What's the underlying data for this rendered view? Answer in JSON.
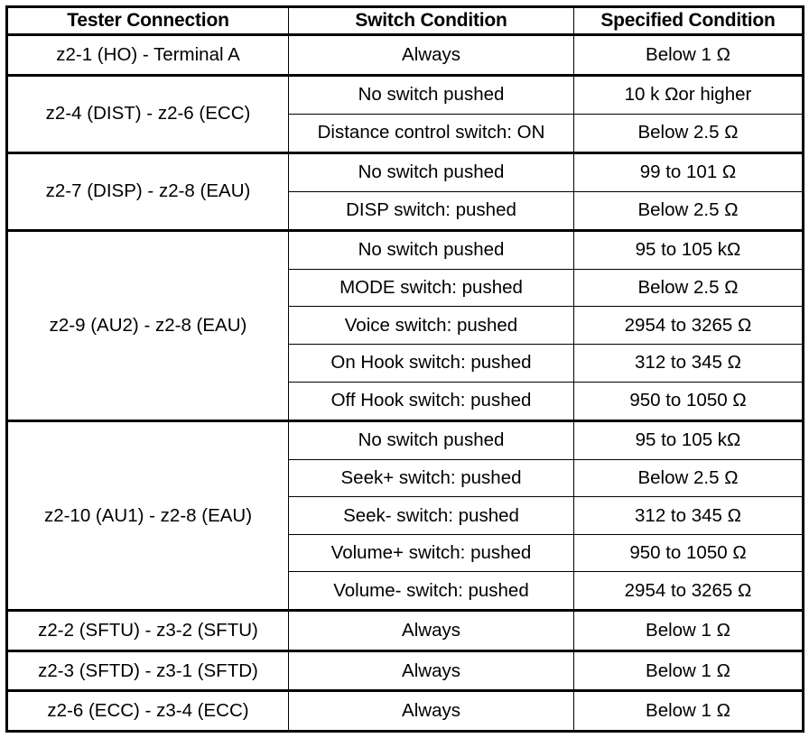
{
  "table": {
    "title": "Tester Connection / Switch Condition / Specified Condition",
    "columns": [
      {
        "key": "tester",
        "label": "Tester Connection"
      },
      {
        "key": "switch",
        "label": "Switch Condition"
      },
      {
        "key": "spec",
        "label": "Specified Condition"
      }
    ],
    "groups": [
      {
        "tester": "z2-1 (HO) - Terminal A",
        "rows": [
          {
            "switch": "Always",
            "spec": "Below 1 Ω"
          }
        ]
      },
      {
        "tester": "z2-4 (DIST) - z2-6 (ECC)",
        "rows": [
          {
            "switch": "No switch pushed",
            "spec": "10 k Ωor higher"
          },
          {
            "switch": "Distance control switch: ON",
            "spec": "Below 2.5 Ω"
          }
        ]
      },
      {
        "tester": "z2-7 (DISP) - z2-8 (EAU)",
        "rows": [
          {
            "switch": "No switch pushed",
            "spec": "99 to 101 Ω"
          },
          {
            "switch": "DISP switch: pushed",
            "spec": "Below 2.5 Ω"
          }
        ]
      },
      {
        "tester": "z2-9 (AU2) - z2-8 (EAU)",
        "rows": [
          {
            "switch": "No switch pushed",
            "spec": "95 to 105 kΩ"
          },
          {
            "switch": "MODE switch: pushed",
            "spec": "Below 2.5 Ω"
          },
          {
            "switch": "Voice switch: pushed",
            "spec": "2954 to 3265 Ω"
          },
          {
            "switch": "On Hook switch: pushed",
            "spec": "312 to 345 Ω"
          },
          {
            "switch": "Off Hook switch: pushed",
            "spec": "950 to 1050 Ω"
          }
        ]
      },
      {
        "tester": "z2-10 (AU1) - z2-8 (EAU)",
        "rows": [
          {
            "switch": "No switch pushed",
            "spec": "95 to 105 kΩ"
          },
          {
            "switch": "Seek+ switch: pushed",
            "spec": "Below 2.5 Ω"
          },
          {
            "switch": "Seek- switch: pushed",
            "spec": "312 to 345 Ω"
          },
          {
            "switch": "Volume+ switch: pushed",
            "spec": "950 to 1050 Ω"
          },
          {
            "switch": "Volume- switch: pushed",
            "spec": "2954 to 3265 Ω"
          }
        ]
      },
      {
        "tester": "z2-2 (SFTU) - z3-2 (SFTU)",
        "rows": [
          {
            "switch": "Always",
            "spec": "Below 1 Ω"
          }
        ]
      },
      {
        "tester": "z2-3 (SFTD) - z3-1 (SFTD)",
        "rows": [
          {
            "switch": "Always",
            "spec": "Below 1 Ω"
          }
        ]
      },
      {
        "tester": "z2-6 (ECC) - z3-4 (ECC)",
        "rows": [
          {
            "switch": "Always",
            "spec": "Below 1 Ω"
          }
        ]
      }
    ]
  },
  "colors": {
    "border": "#000000",
    "text": "#000000",
    "background": "#ffffff"
  }
}
